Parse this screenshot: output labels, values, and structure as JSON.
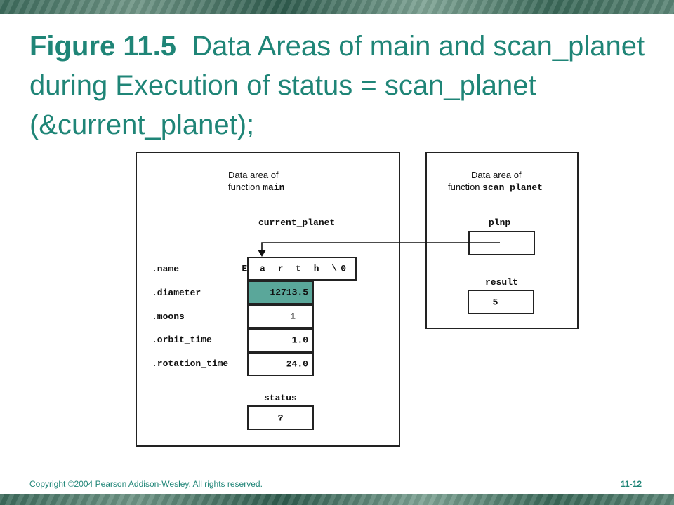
{
  "slide": {
    "figure_label": "Figure 11.5",
    "title_text": "Data Areas of main and scan_planet during Execution of status = scan_planet (&current_planet);",
    "copyright": "Copyright ©2004 Pearson Addison-Wesley. All rights reserved.",
    "page_number": "11-12"
  },
  "main_area": {
    "caption_line1": "Data area of",
    "caption_line2_prefix": "function",
    "caption_function": "main",
    "variable_name": "current_planet",
    "fields": [
      {
        "label": ".name",
        "value": "E a r t h \\0"
      },
      {
        "label": ".diameter",
        "value": "12713.5"
      },
      {
        "label": ".moons",
        "value": "1"
      },
      {
        "label": ".orbit_time",
        "value": "1.0"
      },
      {
        "label": ".rotation_time",
        "value": "24.0"
      }
    ],
    "status_label": "status",
    "status_value": "?"
  },
  "scan_area": {
    "caption_line1": "Data area of",
    "caption_line2_prefix": "function",
    "caption_function": "scan_planet",
    "pointer_label": "plnp",
    "result_label": "result",
    "result_value": "5"
  },
  "colors": {
    "title": "#1f8577",
    "highlight": "#5aa79a"
  }
}
